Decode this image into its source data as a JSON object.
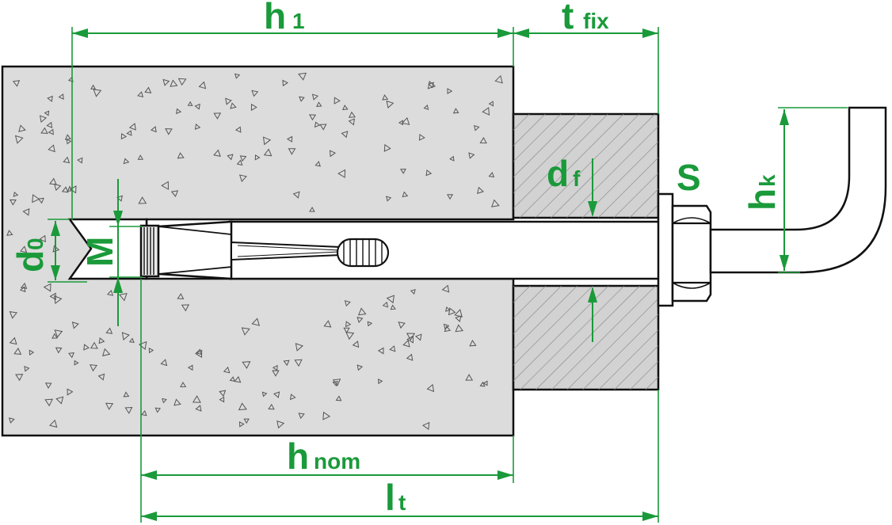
{
  "labels": {
    "h1_main": "h",
    "h1_sub": "1",
    "tfix_main": "t",
    "tfix_sub": "fix",
    "df_main": "d",
    "df_sub": "f",
    "s": "S",
    "hk_main": "h",
    "hk_sub": "k",
    "d0_main": "d",
    "d0_sub": "0",
    "m": "M",
    "hnom_main": "h",
    "hnom_sub": "nom",
    "lt_main": "l",
    "lt_sub": "t"
  },
  "colors": {
    "dimension": "#1a9a3a",
    "concrete": "#dcdcdc",
    "fixture": "#d2d2d2",
    "outline": "#111111"
  }
}
